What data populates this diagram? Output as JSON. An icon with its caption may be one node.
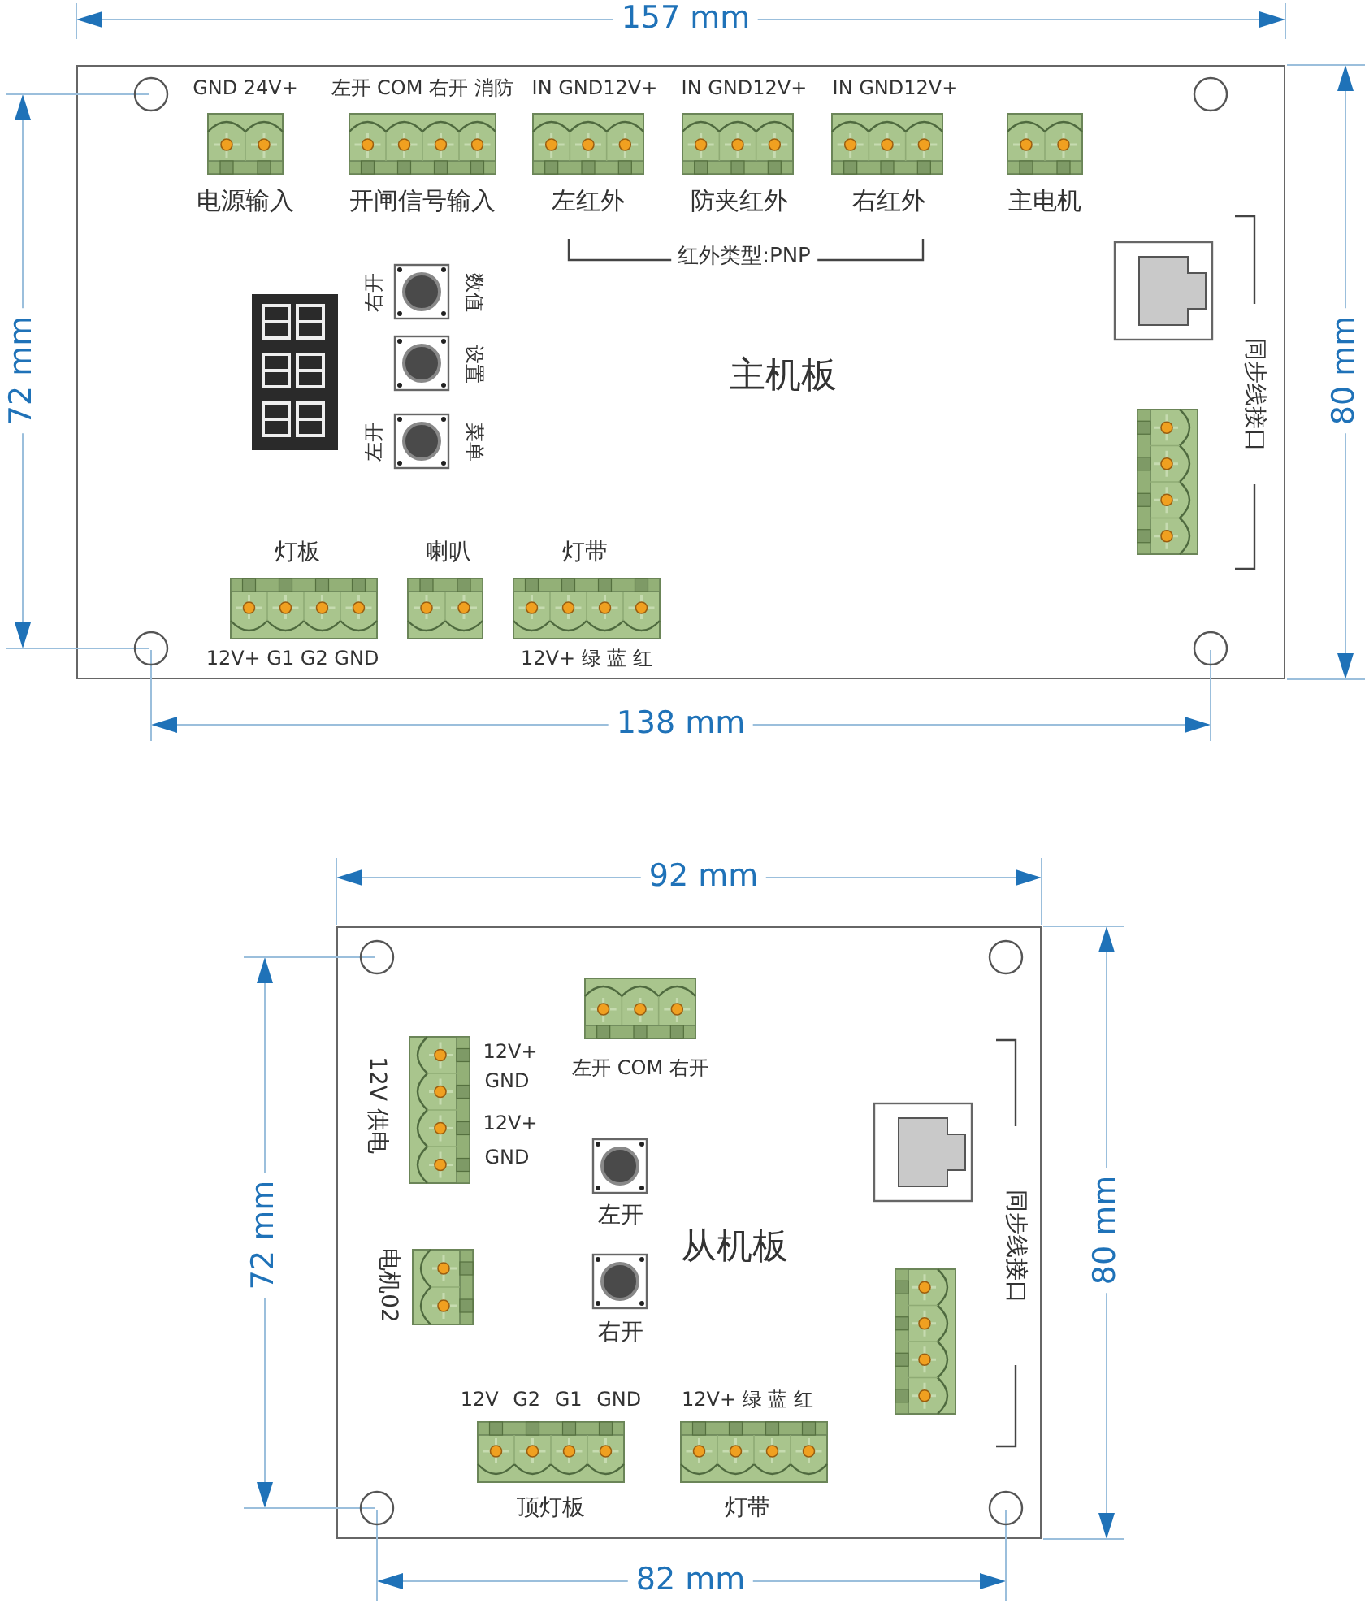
{
  "diagram": {
    "nodes": [
      {
        "text": [
          "主机板"
        ]
      },
      {
        "text": [
          "从机板"
        ]
      }
    ],
    "labels": [
      "157 mm",
      "GND 24V+",
      "左开 COM 右开 消防",
      "IN GND12V+",
      "IN GND12V+",
      "IN GND12V+",
      "电源输入",
      "开闸信号输入",
      "左红外",
      "防夹红外",
      "右红外",
      "主电机",
      "红外类型:PNP",
      "右开",
      "数值",
      "设置",
      "左开",
      "菜单",
      "72 mm",
      "同步线接口",
      "80 mm",
      "灯板",
      "喇叭",
      "灯带",
      "12V+ G1 G2 GND",
      "12V+ 绿 蓝 红",
      "138 mm",
      "92 mm",
      "左开 COM 右开",
      "12V+",
      "GND",
      "12V+",
      "GND",
      "12V 供电",
      "72 mm",
      "80 mm",
      "左开",
      "电机02",
      "右开",
      "同步线接口",
      "12V G2 G1 GND",
      "12V+ 绿 蓝 红",
      "顶灯板",
      "灯带",
      "82 mm"
    ]
  }
}
